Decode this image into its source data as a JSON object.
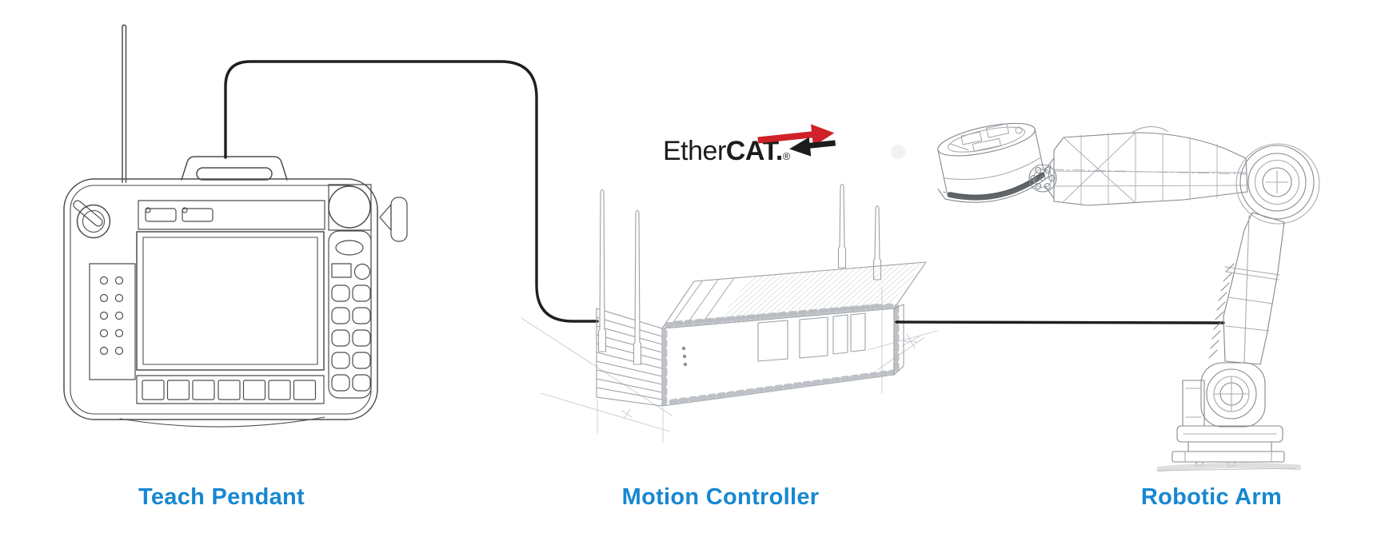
{
  "diagram": {
    "type": "hardware-connection-diagram",
    "background": "#ffffff",
    "nodes": [
      {
        "id": "teach-pendant",
        "label": "Teach Pendant"
      },
      {
        "id": "motion-controller",
        "label": "Motion Controller"
      },
      {
        "id": "robotic-arm",
        "label": "Robotic Arm"
      }
    ],
    "connections": [
      {
        "from": "teach-pendant",
        "to": "motion-controller",
        "type": "cable"
      },
      {
        "from": "motion-controller",
        "to": "robotic-arm",
        "type": "cable"
      }
    ],
    "protocol_logo": {
      "text_regular": "Ether",
      "text_bold": "CAT.",
      "registered_mark": "®",
      "arrow_red": "#cf2127",
      "text_color": "#1c1c1c"
    },
    "colors": {
      "label_blue": "#1787d2",
      "cable": "#1f1f1f",
      "pendant_sketch": "#4d4d4d",
      "controller_sketch": "#9aa0a5",
      "controller_texture": "#b8bcc0",
      "construction_line": "#c7cbce",
      "arm_sketch": "#84898e",
      "arm_inner": "#a7acb1",
      "arm_dark": "#50545a"
    }
  }
}
